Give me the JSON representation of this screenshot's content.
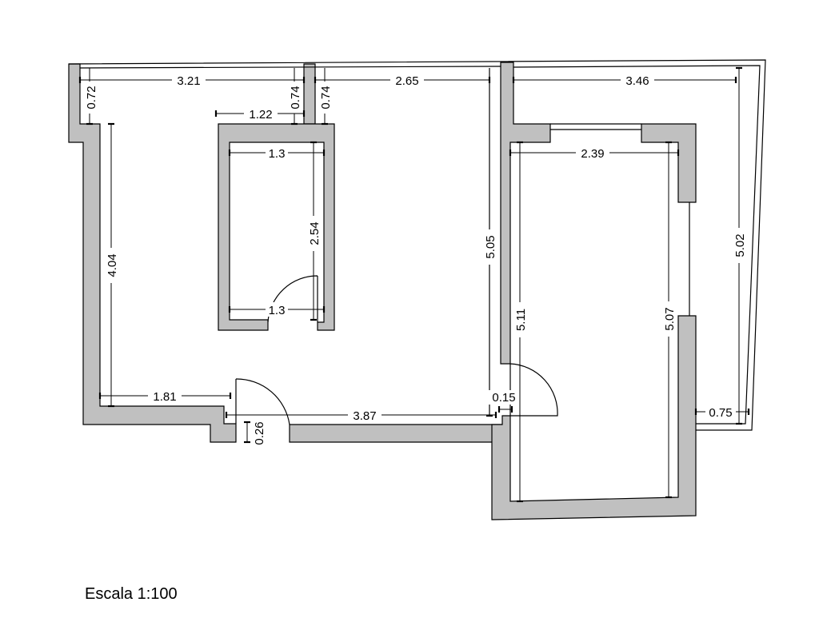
{
  "scale": {
    "label": "Escala 1:100"
  },
  "dimensions": {
    "d_321": "3.21",
    "d_072": "0.72",
    "d_074a": "0.74",
    "d_074b": "0.74",
    "d_122": "1.22",
    "d_265": "2.65",
    "d_346": "3.46",
    "d_130top": "1.3",
    "d_130bottom": "1.3",
    "d_254": "2.54",
    "d_404": "4.04",
    "d_505": "5.05",
    "d_239": "2.39",
    "d_502": "5.02",
    "d_511": "5.11",
    "d_507": "5.07",
    "d_181": "1.81",
    "d_387": "3.87",
    "d_015": "0.15",
    "d_026": "0.26",
    "d_075": "0.75"
  }
}
